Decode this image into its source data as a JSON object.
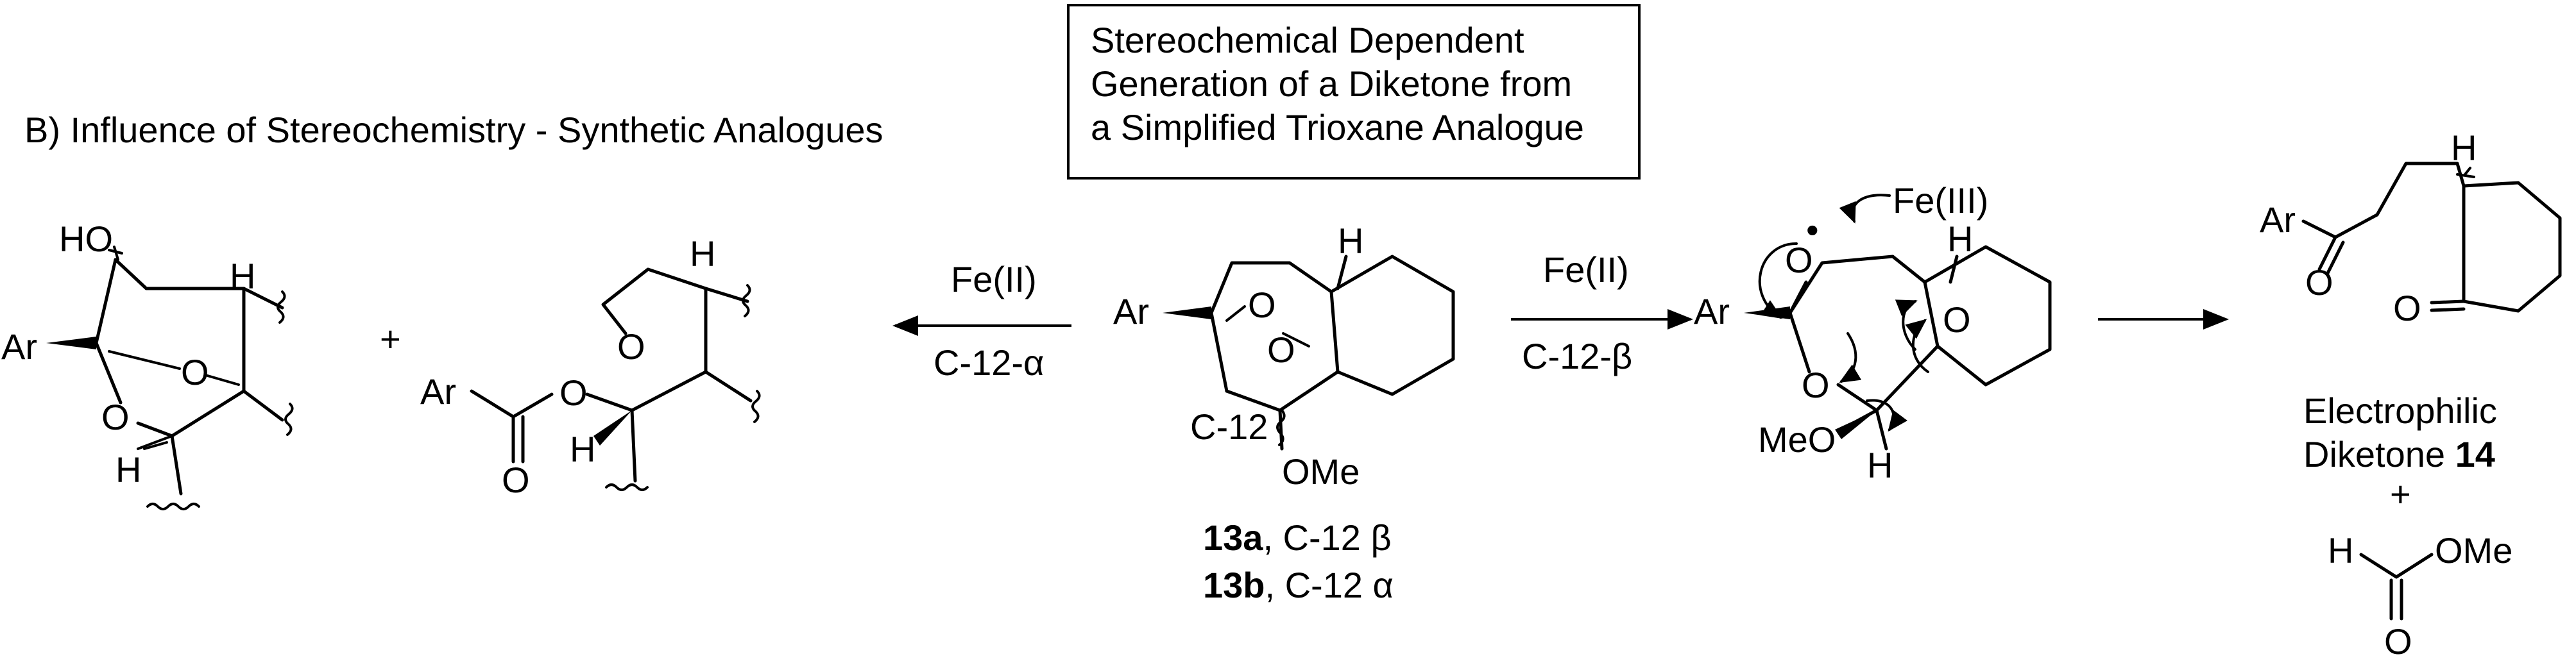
{
  "section_title": "B) Influence of Stereochemistry - Synthetic Analogues",
  "box_title": {
    "line1": "Stereochemical Dependent",
    "line2": "Generation of a  Diketone from",
    "line3": "a Simplified Trioxane Analogue"
  },
  "atoms": {
    "ar": "Ar",
    "o": "O",
    "h": "H",
    "ho": "HO",
    "meo": "MeO",
    "ome": "OMe",
    "c12": "C-12",
    "fe3": "Fe(III)",
    "radical": "•",
    "plus": "+"
  },
  "arrow_left": {
    "reagent": "Fe(II)",
    "condition": "C-12-α"
  },
  "arrow_right": {
    "reagent": "Fe(II)",
    "condition": "C-12-β"
  },
  "compound_labels": {
    "a_bold": "13a",
    "a_rest": ", C-12 β",
    "b_bold": "13b",
    "b_rest": ", C-12 α"
  },
  "diketone_label": {
    "line1": "Electrophilic",
    "line2_text": "Diketone ",
    "line2_bold": "14"
  }
}
